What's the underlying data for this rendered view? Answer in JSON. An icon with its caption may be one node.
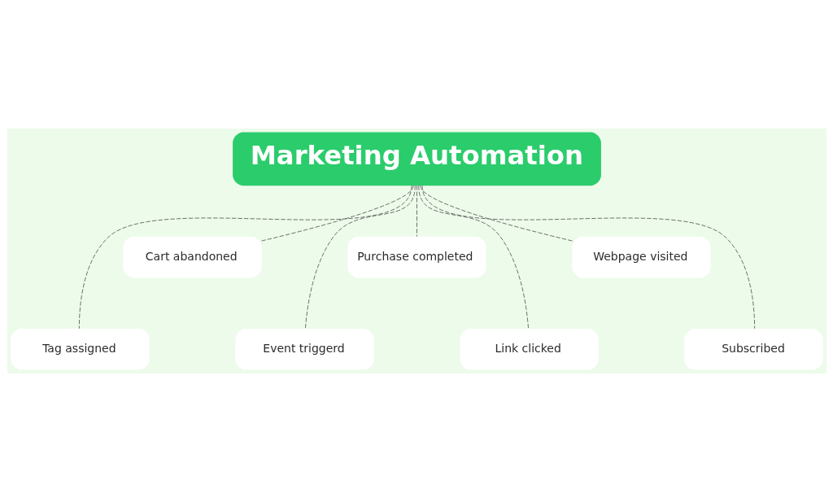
{
  "diagram": {
    "nodes": [
      {
        "text": [
          "Marketing Automation"
        ]
      },
      {
        "text": [
          "Cart abandoned"
        ]
      },
      {
        "text": [
          "Purchase completed"
        ]
      },
      {
        "text": [
          "Webpage visited"
        ]
      },
      {
        "text": [
          "Tag assigned"
        ]
      },
      {
        "text": [
          "Event triggerd"
        ]
      },
      {
        "text": [
          "Link clicked"
        ]
      },
      {
        "text": [
          "Subscribed"
        ]
      }
    ],
    "edges": [
      {
        "from": 0,
        "to": 1,
        "arrow": "none",
        "style": "dashed"
      },
      {
        "from": 0,
        "to": 2,
        "arrow": "none",
        "style": "dashed"
      },
      {
        "from": 0,
        "to": 3,
        "arrow": "none",
        "style": "dashed"
      },
      {
        "from": 0,
        "to": 4,
        "arrow": "none",
        "style": "dashed"
      },
      {
        "from": 0,
        "to": 5,
        "arrow": "none",
        "style": "dashed"
      },
      {
        "from": 0,
        "to": 6,
        "arrow": "none",
        "style": "dashed"
      },
      {
        "from": 0,
        "to": 7,
        "arrow": "none",
        "style": "dashed"
      }
    ]
  }
}
